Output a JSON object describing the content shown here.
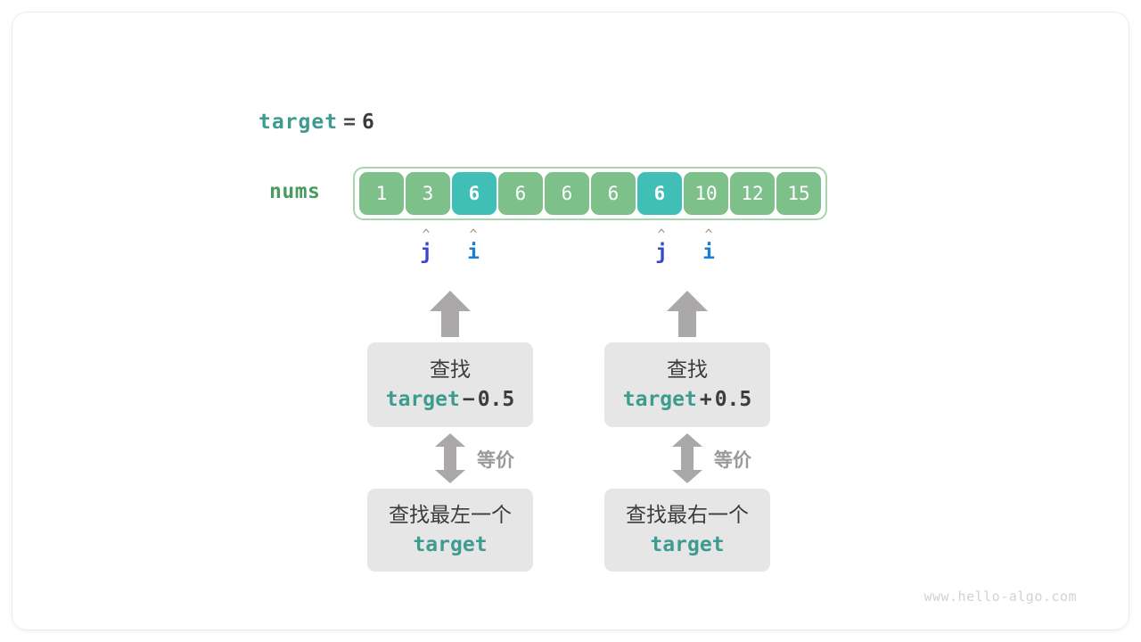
{
  "figure": {
    "watermark": "www.hello-algo.com"
  },
  "target_line": {
    "name": "target",
    "equals": "=",
    "value": "6"
  },
  "array": {
    "label": "nums",
    "cells": [
      {
        "value": "1",
        "highlight": false
      },
      {
        "value": "3",
        "highlight": false
      },
      {
        "value": "6",
        "highlight": true
      },
      {
        "value": "6",
        "highlight": false
      },
      {
        "value": "6",
        "highlight": false
      },
      {
        "value": "6",
        "highlight": false
      },
      {
        "value": "6",
        "highlight": true
      },
      {
        "value": "10",
        "highlight": false
      },
      {
        "value": "12",
        "highlight": false
      },
      {
        "value": "15",
        "highlight": false
      }
    ],
    "colors": {
      "cell": "#7ec08a",
      "cell_highlight": "#3fbfb5",
      "container_border": "#a8d5ae",
      "label": "#4a9b5e"
    }
  },
  "pointers": [
    {
      "caret": "^",
      "name": "j",
      "color": "#3646cf",
      "group": "left"
    },
    {
      "caret": "^",
      "name": "i",
      "color": "#1a7fd4",
      "group": "left"
    },
    {
      "caret": "^",
      "name": "j",
      "color": "#3646cf",
      "group": "right"
    },
    {
      "caret": "^",
      "name": "i",
      "color": "#1a7fd4",
      "group": "right"
    }
  ],
  "branches": [
    {
      "side": "left",
      "top_box": {
        "zh": "查找",
        "code_target": "target",
        "code_op": "−",
        "code_value": "0.5"
      },
      "equiv_label": "等价",
      "bottom_box": {
        "zh": "查找最左一个",
        "code_target": "target"
      }
    },
    {
      "side": "right",
      "top_box": {
        "zh": "查找",
        "code_target": "target",
        "code_op": "+",
        "code_value": "0.5"
      },
      "equiv_label": "等价",
      "bottom_box": {
        "zh": "查找最右一个",
        "code_target": "target"
      }
    }
  ],
  "colors": {
    "accent_teal": "#3e9b8f",
    "gray_box": "#e6e6e6",
    "arrow_gray": "#aaa8a8",
    "text_dark": "#3c3c3c"
  }
}
